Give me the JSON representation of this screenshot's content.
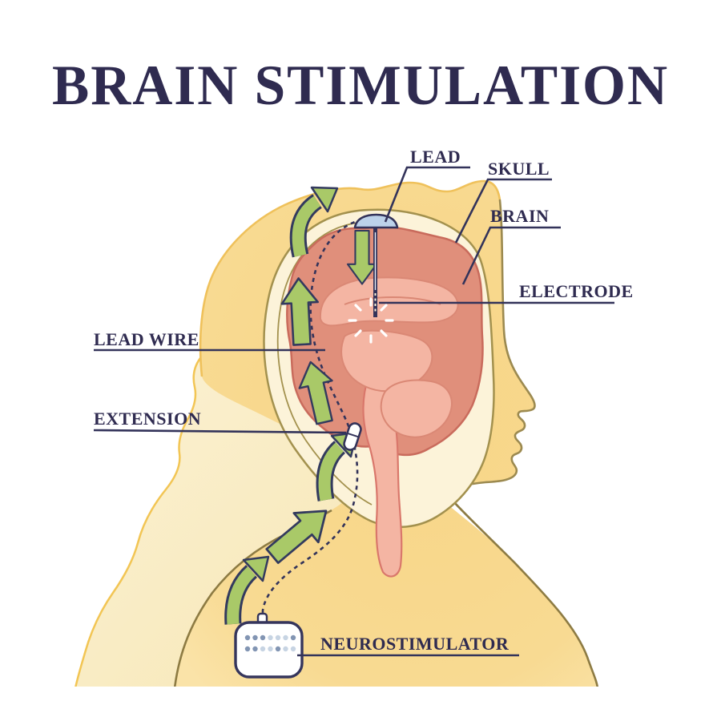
{
  "title": "BRAIN STIMULATION",
  "labels": {
    "lead": "LEAD",
    "skull": "SKULL",
    "brain": "BRAIN",
    "electrode": "ELECTRODE",
    "lead_wire": "LEAD WIRE",
    "extension": "EXTENSION",
    "neurostimulator": "NEUROSTIMULATOR"
  },
  "colors": {
    "title_text": "#2E2A4D",
    "label_text": "#2F2B50",
    "outline_navy": "#33335A",
    "skin_yellow": "#F8D88E",
    "skin_edge_yellow": "#EFC15B",
    "background_silhouette": "#FAEFCB",
    "background_silhouette_edge": "#F2C554",
    "body_outline_olive": "#97854B",
    "skull_cream": "#FCF3D9",
    "skull_outline": "#A3914E",
    "brain_salmon": "#E08F7B",
    "brain_outline": "#C96B5C",
    "brain_inner_pink": "#F4B5A3",
    "brain_inner_outline": "#DA8875",
    "arrow_green": "#A9C968",
    "lead_cap_blue": "#BCD2EA",
    "device_dot_dark": "#8295B3",
    "device_dot_light": "#C7D4E3",
    "starburst_white": "#FFFFFF"
  },
  "device": {
    "dot_rows": 2,
    "dots_per_row": 7
  }
}
